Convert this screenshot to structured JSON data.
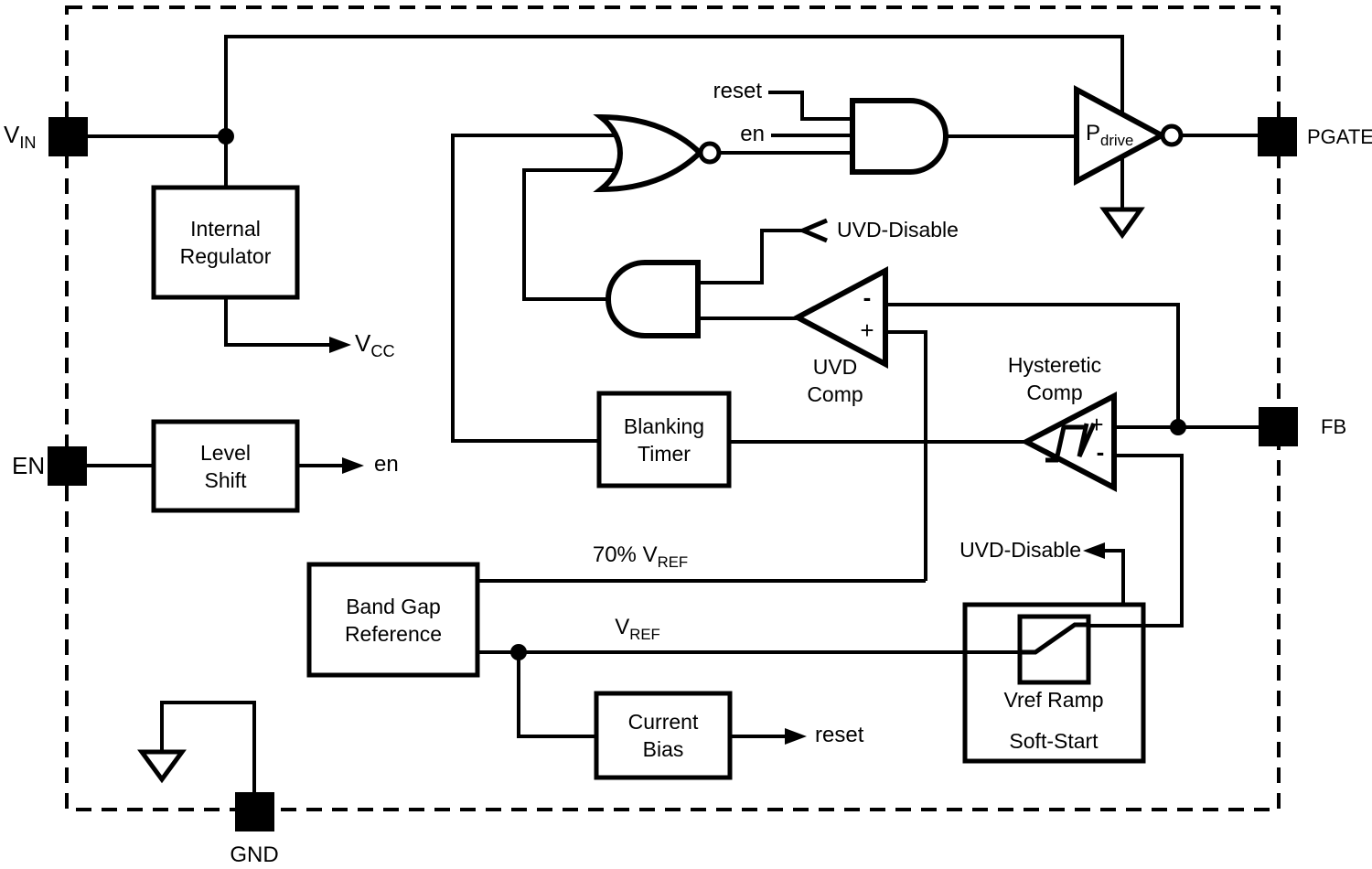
{
  "colors": {
    "ink": "#000000",
    "paper": "#ffffff"
  },
  "chip": {
    "pins": {
      "vin": {
        "base": "V",
        "sub": "IN"
      },
      "en": {
        "label": "EN"
      },
      "gnd": {
        "label": "GND"
      },
      "pgate": {
        "label": "PGATE"
      },
      "fb": {
        "label": "FB"
      }
    },
    "blocks": {
      "internal_regulator": {
        "line1": "Internal",
        "line2": "Regulator"
      },
      "level_shift": {
        "line1": "Level",
        "line2": "Shift"
      },
      "blanking_timer": {
        "line1": "Blanking",
        "line2": "Timer"
      },
      "band_gap_reference": {
        "line1": "Band Gap",
        "line2": "Reference"
      },
      "current_bias": {
        "line1": "Current",
        "line2": "Bias"
      },
      "soft_start": {
        "ramp": "Vref Ramp",
        "label": "Soft-Start"
      }
    },
    "comparators": {
      "uvd": {
        "name_line1": "UVD",
        "name_line2": "Comp",
        "top_sign": "-",
        "bottom_sign": "+"
      },
      "hysteretic": {
        "name_line1": "Hysteretic",
        "name_line2": "Comp",
        "top_sign": "+",
        "bottom_sign": "-"
      }
    },
    "buffer": {
      "pdrive_base": "P",
      "pdrive_sub": "drive"
    },
    "signals": {
      "reset_top": "reset",
      "en_top": "en",
      "vcc_base": "V",
      "vcc_sub": "CC",
      "en_out": "en",
      "uvd_disable_top": "UVD-Disable",
      "uvd_disable_bottom": "UVD-Disable",
      "vref70_base": "70% V",
      "vref70_sub": "REF",
      "vref_base": "V",
      "vref_sub": "REF",
      "reset_out": "reset"
    }
  }
}
